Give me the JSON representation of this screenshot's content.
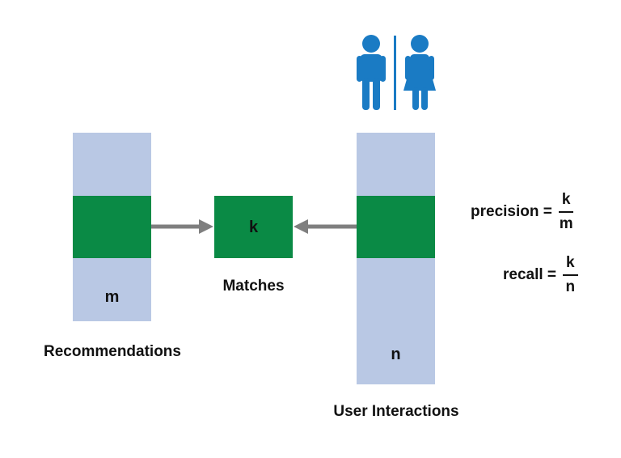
{
  "boxes": {
    "recommendations_count": "m",
    "matches_count": "k",
    "user_interactions_count": "n"
  },
  "labels": {
    "matches": "Matches",
    "recommendations": "Recommendations",
    "user_interactions": "User Interactions"
  },
  "formulas": {
    "precision": {
      "name": "precision =",
      "numerator": "k",
      "denominator": "m"
    },
    "recall": {
      "name": "recall =",
      "numerator": "k",
      "denominator": "n"
    }
  },
  "icons": [
    "man-icon",
    "woman-icon"
  ],
  "colors": {
    "light_block": "#b9c8e4",
    "match_block": "#0a8a45",
    "arrow": "#7f7f7f",
    "icon_blue": "#1a7bc4"
  }
}
